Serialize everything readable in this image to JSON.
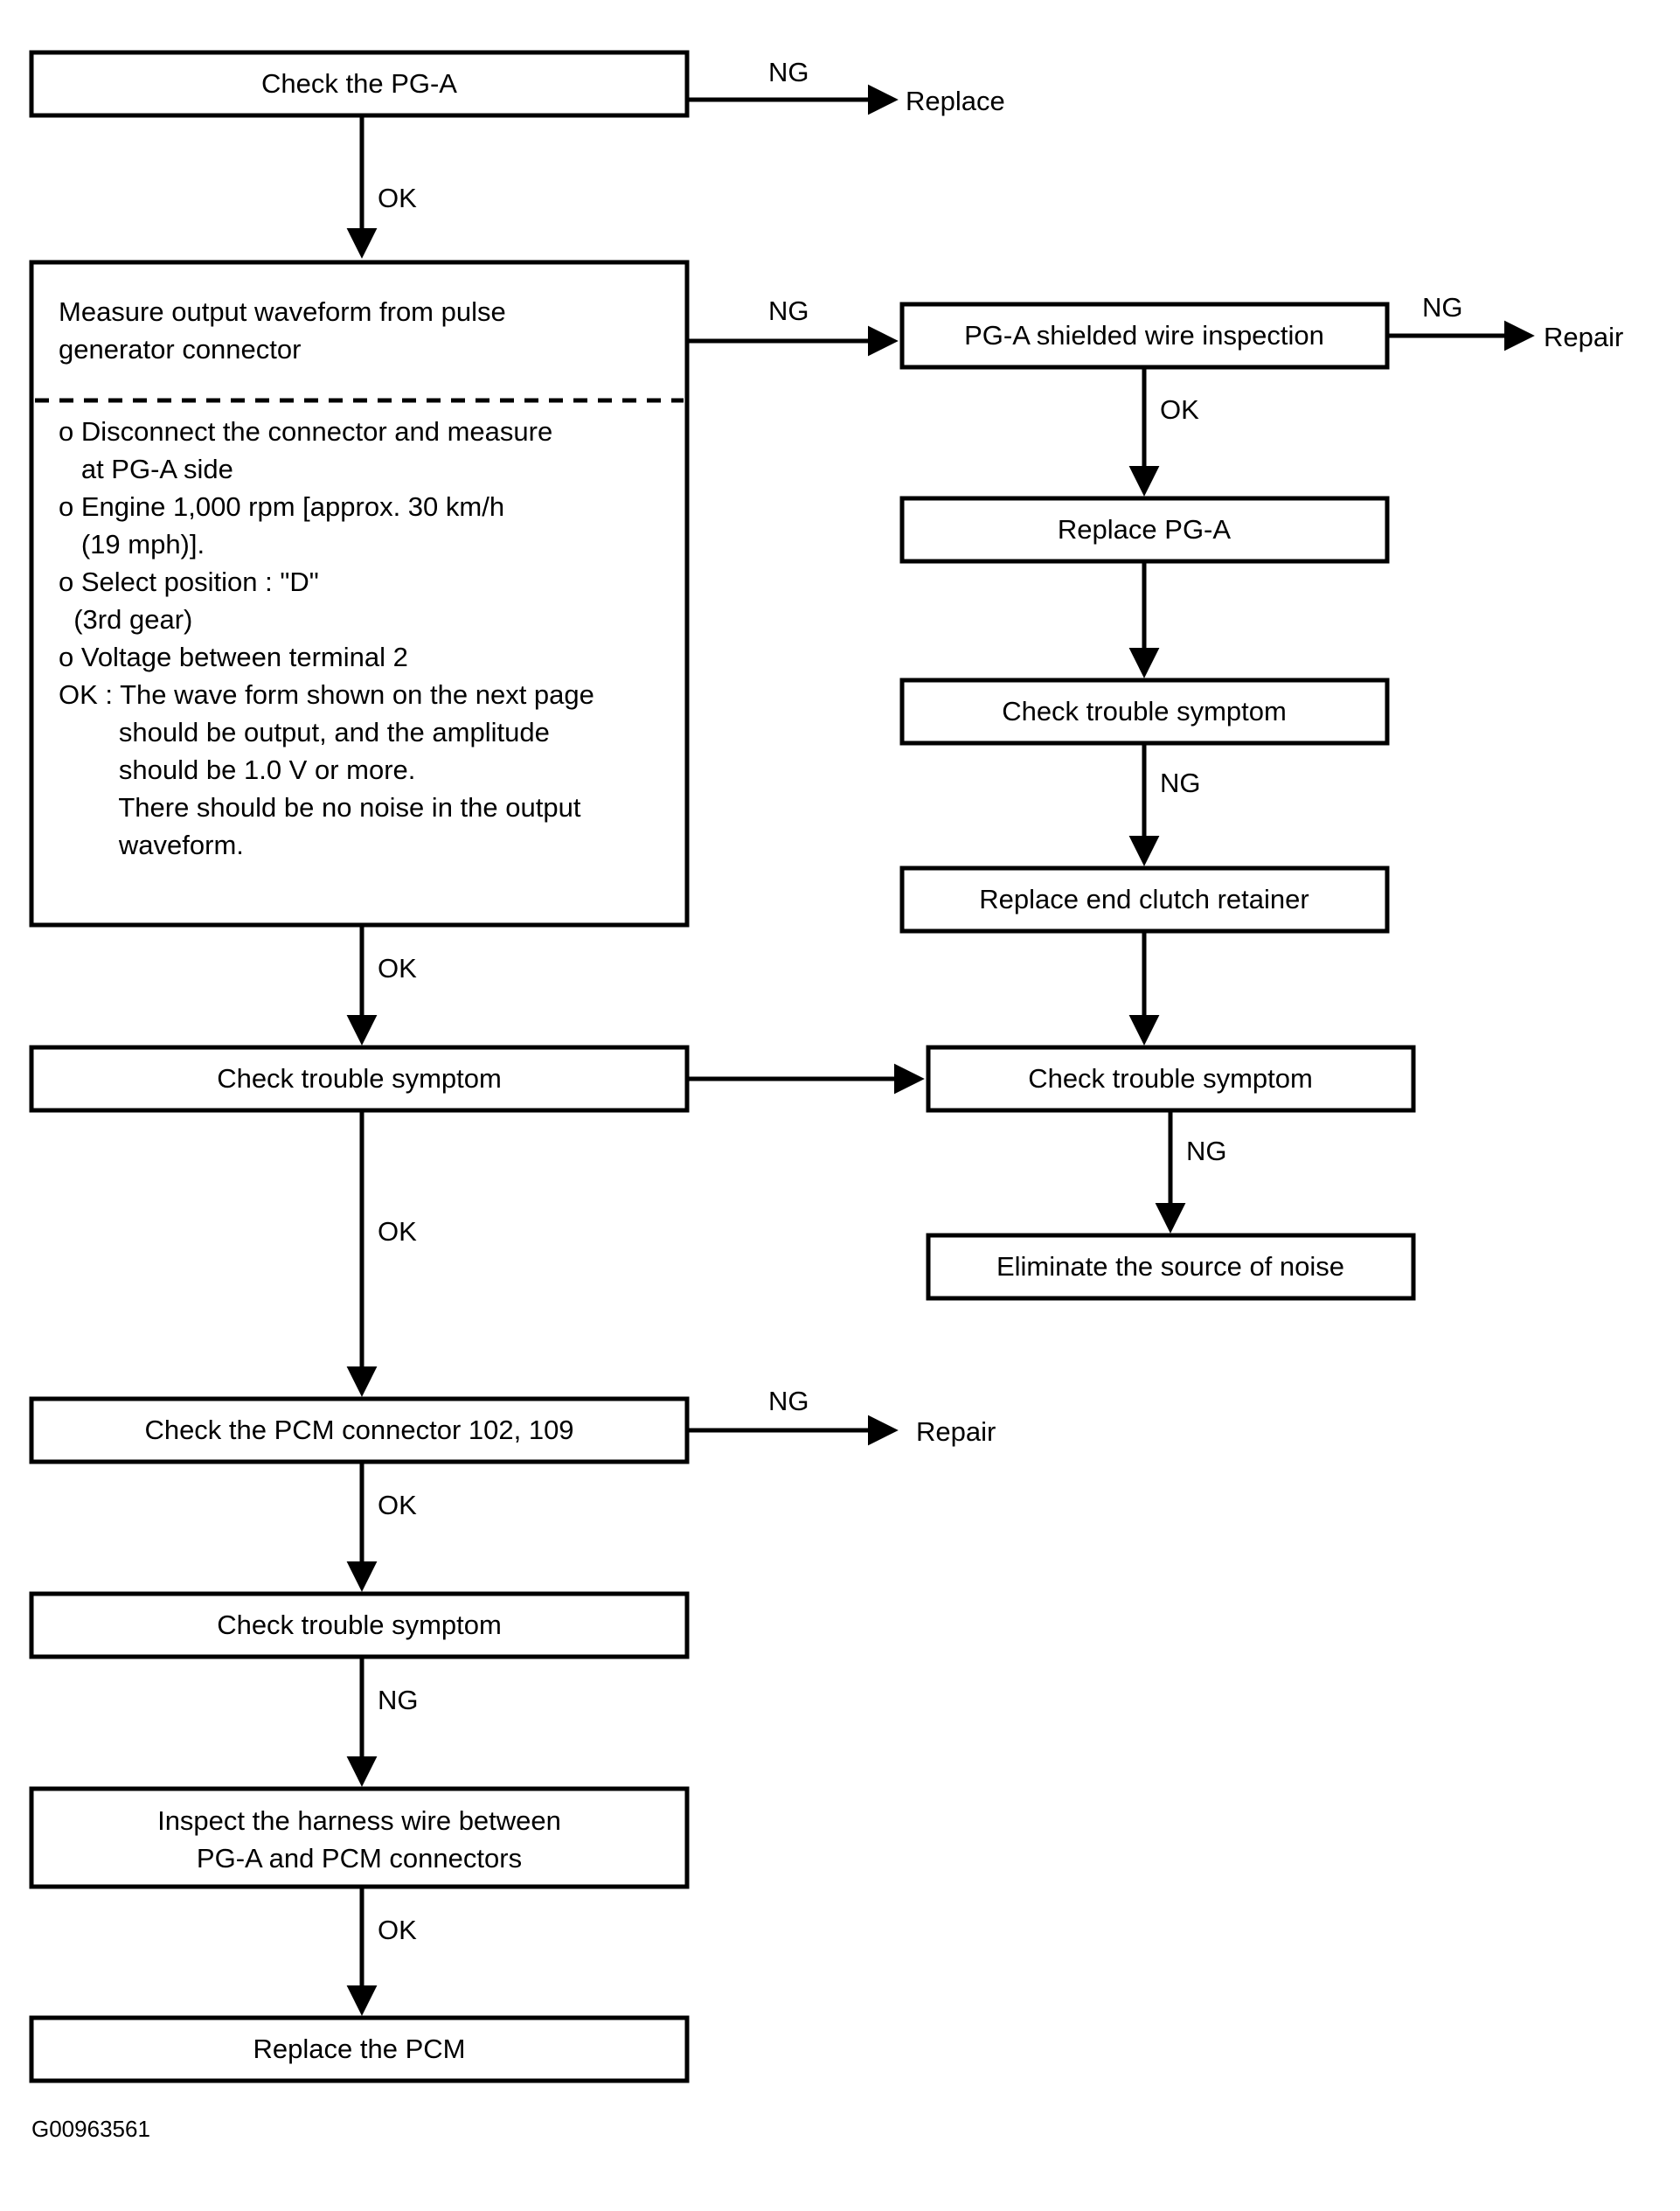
{
  "diagram": {
    "title": "PG-A Pulse Generator Troubleshooting Flowchart",
    "caption": "G00963561",
    "stroke_color": "#000000",
    "fill_color": "#ffffff",
    "background": "#ffffff"
  },
  "nodes": {
    "check_pg_a": {
      "label": "Check the PG-A"
    },
    "measure_waveform": {
      "heading_lines": [
        "Measure output waveform from pulse",
        "generator connector"
      ],
      "detail_lines": [
        "o Disconnect the connector and measure",
        "   at PG-A side",
        "o Engine 1,000 rpm [approx. 30 km/h",
        "   (19 mph)].",
        "o Select position : \"D\"",
        "  (3rd gear)",
        "o Voltage between terminal 2",
        "OK : The wave form shown on the next page",
        "        should be output, and the amplitude",
        "        should be 1.0 V or more.",
        "        There should be no noise in the output",
        "        waveform."
      ]
    },
    "check_trouble_symptom_left_1": {
      "label": "Check trouble symptom"
    },
    "check_pcm_connector": {
      "label": "Check the PCM connector 102, 109"
    },
    "check_trouble_symptom_left_2": {
      "label": "Check trouble symptom"
    },
    "inspect_harness": {
      "lines": [
        "Inspect the harness wire between",
        "PG-A and PCM connectors"
      ]
    },
    "replace_pcm": {
      "label": "Replace the PCM"
    },
    "pga_shielded_wire": {
      "label": "PG-A shielded wire inspection"
    },
    "replace_pga": {
      "label": "Replace PG-A"
    },
    "check_trouble_symptom_right_1": {
      "label": "Check trouble symptom"
    },
    "replace_end_clutch": {
      "label": "Replace end clutch retainer"
    },
    "check_trouble_symptom_right_2": {
      "label": "Check trouble symptom"
    },
    "eliminate_noise": {
      "label": "Eliminate the source of noise"
    }
  },
  "terminals": {
    "replace_top": {
      "label": "Replace"
    },
    "repair_top_right": {
      "label": "Repair"
    },
    "repair_pcm": {
      "label": "Repair"
    }
  },
  "edge_labels": {
    "ng_1": {
      "text": "NG"
    },
    "ok_1": {
      "text": "OK"
    },
    "ng_2": {
      "text": "NG"
    },
    "ng_3": {
      "text": "NG"
    },
    "ok_2": {
      "text": "OK"
    },
    "ok_3": {
      "text": "OK"
    },
    "ng_4": {
      "text": "NG"
    },
    "ok_4": {
      "text": "OK"
    },
    "ng_5": {
      "text": "NG"
    },
    "ng_6": {
      "text": "NG"
    },
    "ok_5": {
      "text": "OK"
    },
    "ng_7": {
      "text": "NG"
    },
    "ok_6": {
      "text": "OK"
    }
  }
}
